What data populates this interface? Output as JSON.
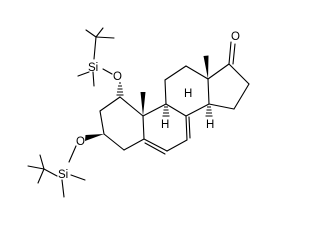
{
  "molecule": {
    "atom_labels": {
      "ketone_oxygen": "O",
      "silyl_ether_oxygen_1": "O",
      "silyl_ether_oxygen_3": "O",
      "silicon_1": "Si",
      "silicon_3": "Si",
      "hydrogen_9": "H",
      "hydrogen_14": "H",
      "hydrogen_8": "H"
    },
    "colors": {
      "bond": "#000000",
      "text": "#000000",
      "background": "#ffffff"
    }
  }
}
